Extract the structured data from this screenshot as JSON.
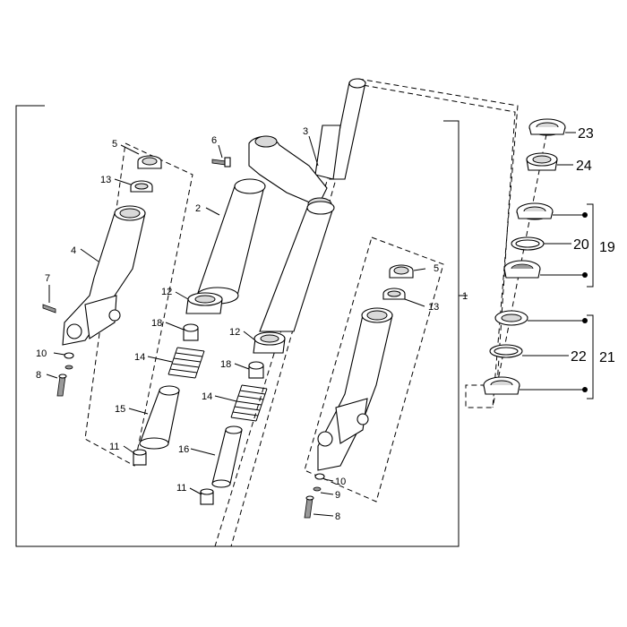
{
  "diagram": {
    "labels": {
      "p1": "1",
      "p2": "2",
      "p3": "3",
      "p4": "4",
      "p5a": "5",
      "p5b": "5",
      "p6": "6",
      "p7": "7",
      "p8a": "8",
      "p8b": "8",
      "p9": "9",
      "p10a": "10",
      "p10b": "10",
      "p11a": "11",
      "p11b": "11",
      "p12a": "12",
      "p12b": "12",
      "p13a": "13",
      "p13b": "13",
      "p14a": "14",
      "p14b": "14",
      "p15": "15",
      "p16": "16",
      "p18a": "18",
      "p18b": "18",
      "p19": "19",
      "p20": "20",
      "p21": "21",
      "p22": "22",
      "p23": "23",
      "p24": "24"
    }
  }
}
